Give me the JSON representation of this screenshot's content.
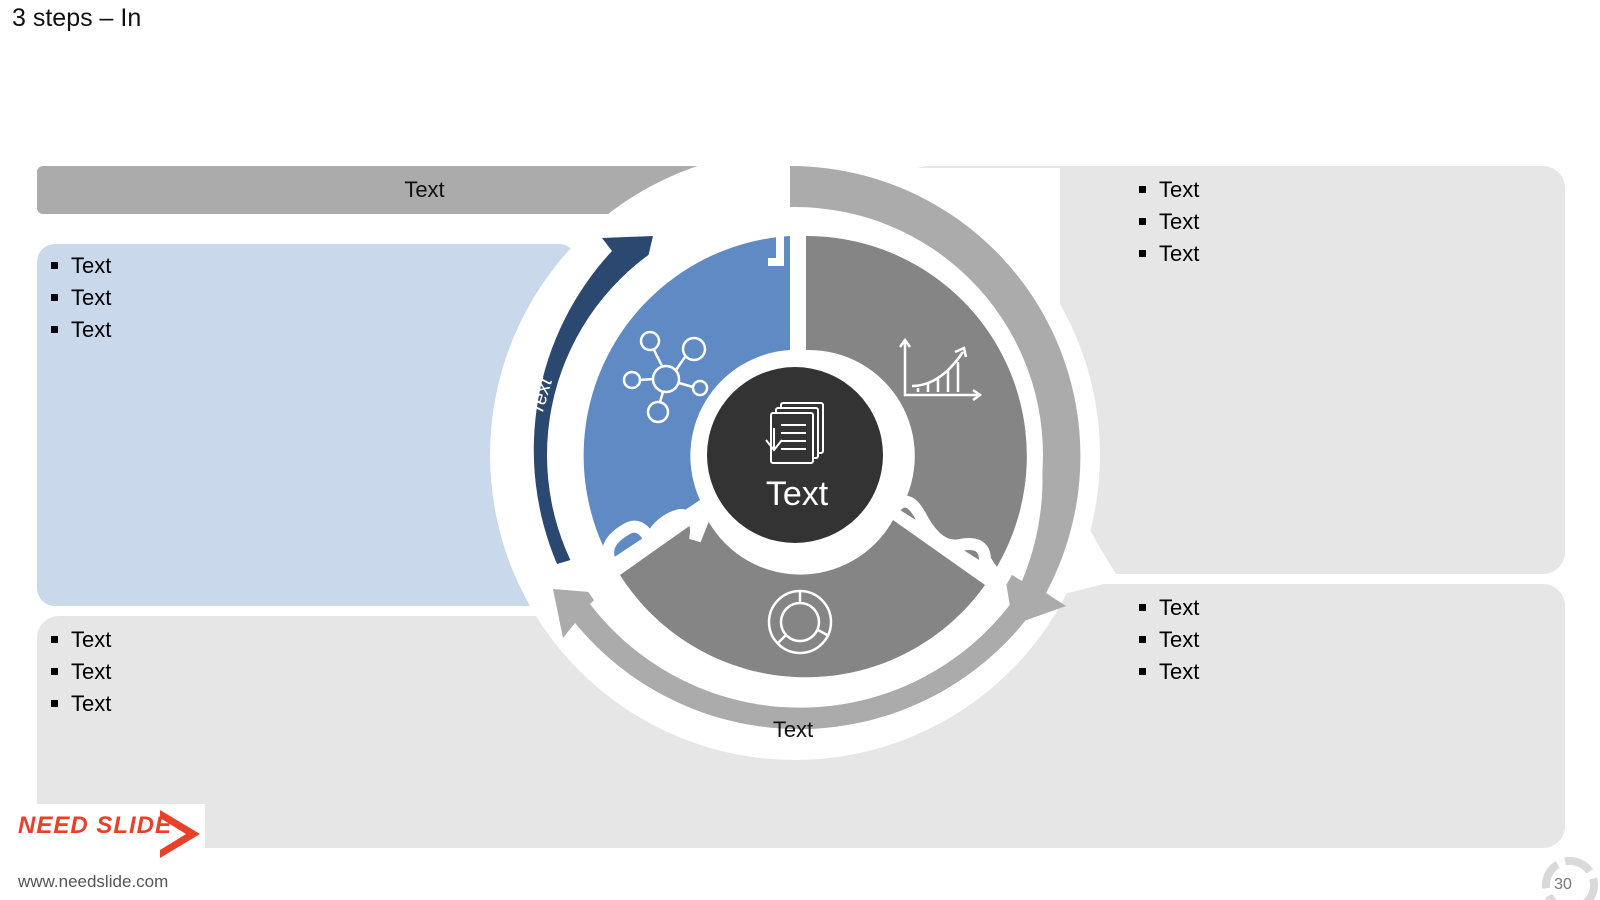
{
  "slide": {
    "title": "3 steps – In",
    "page_number": "30"
  },
  "top_bar": {
    "label": "Text"
  },
  "bottom_arc": {
    "label": "Text"
  },
  "left_arrow": {
    "label": "Text"
  },
  "center": {
    "label": "Text",
    "icon": "documents-icon"
  },
  "segments": [
    {
      "name": "segment-1",
      "color": "#5f8ac4",
      "icon": "network-icon"
    },
    {
      "name": "segment-2",
      "color": "#858585",
      "icon": "growth-chart-icon"
    },
    {
      "name": "segment-3",
      "color": "#858585",
      "icon": "donut-chart-icon"
    }
  ],
  "panels": {
    "left_top": {
      "bullets": [
        "Text",
        "Text",
        "Text"
      ]
    },
    "left_bottom": {
      "bullets": [
        "Text",
        "Text",
        "Text"
      ]
    },
    "right_top": {
      "bullets": [
        "Text",
        "Text",
        "Text"
      ]
    },
    "right_bottom": {
      "bullets": [
        "Text",
        "Text",
        "Text"
      ]
    }
  },
  "colors": {
    "blue_panel": "#c9d8ea",
    "dark_blue_arrow": "#2a4870",
    "light_panel": "#e6e6e6",
    "gray_bar": "#ababab",
    "center_circle": "#333333"
  },
  "footer": {
    "logo_text": "NEED SLIDE",
    "url": "www.needslide.com"
  }
}
